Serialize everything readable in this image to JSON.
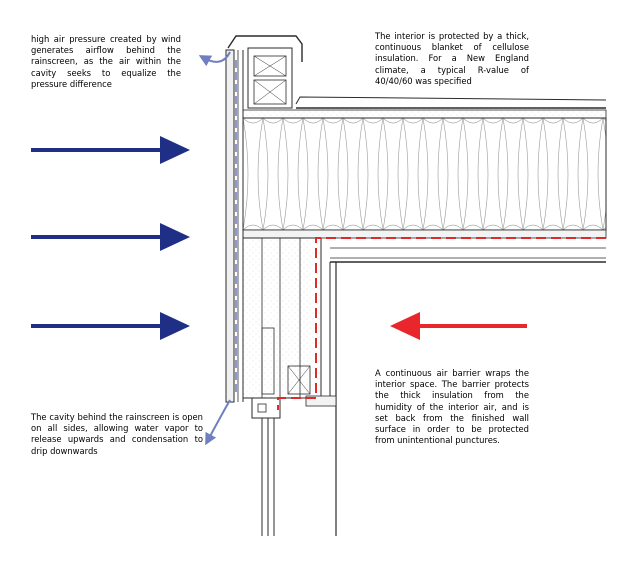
{
  "annotations": {
    "top_left": "high air pressure created by wind generates airflow behind the rainscreen, as the air within the cavity seeks to equalize the pressure difference",
    "top_right": "The interior is protected by a thick, continuous blanket of cellulose insulation. For a New England climate, a typical R-value of 40/40/60 was specified",
    "bottom_right": "A continuous air barrier wraps the interior space. The barrier protects the thick insulation from the humidity of the interior air, and is set back from the finished wall surface in order to be protected from unintentional punctures.",
    "bottom_left": "The cavity behind the rainscreen is open on all sides, allowing water vapor to release upwards and condensation to drip downwards"
  },
  "colors": {
    "wind_arrow": "#1f2f86",
    "interior_arrow": "#e8262b",
    "air_barrier": "#e02a2a",
    "cavity_airflow": "#6f7fbf",
    "linework": "#2b2b2b"
  }
}
